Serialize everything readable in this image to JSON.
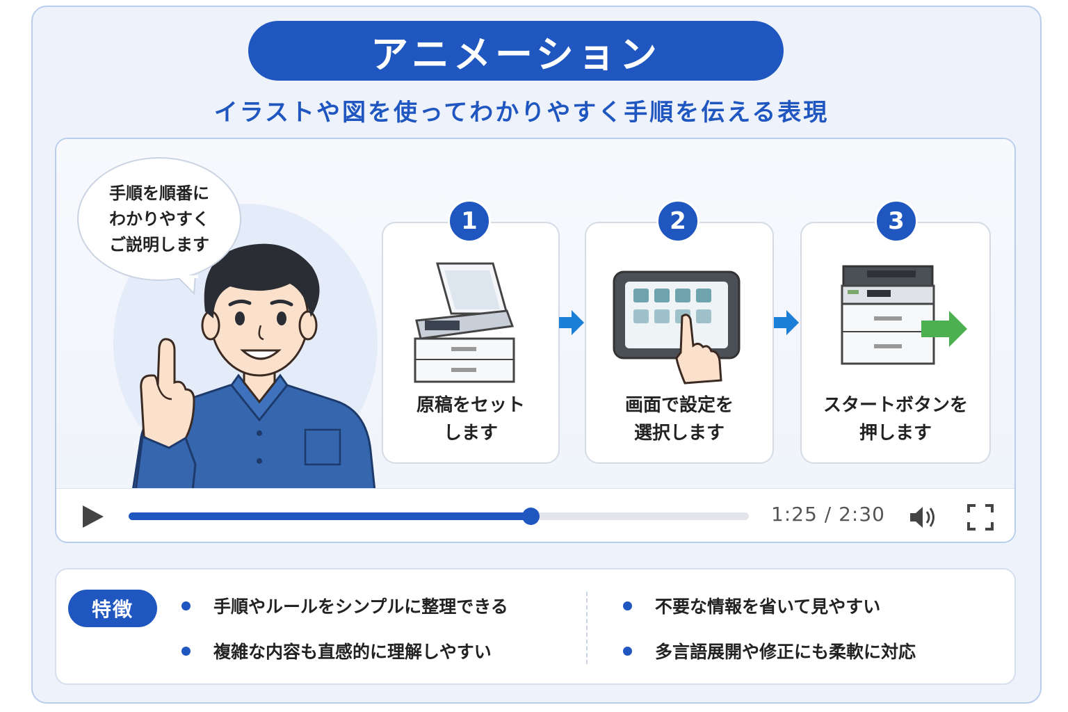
{
  "header": {
    "title": "アニメーション",
    "subtitle": "イラストや図を使ってわかりやすく手順を伝える表現"
  },
  "speech_bubble": {
    "lines": [
      "手順を順番に",
      "わかりやすく",
      "ご説明します"
    ]
  },
  "steps": [
    {
      "number": "1",
      "lines": [
        "原稿をセット",
        "します"
      ],
      "icon": "copier-open-lid-icon"
    },
    {
      "number": "2",
      "lines": [
        "画面で設定を",
        "選択します"
      ],
      "icon": "touch-panel-icon"
    },
    {
      "number": "3",
      "lines": [
        "スタートボタンを",
        "押します"
      ],
      "icon": "copier-output-icon"
    }
  ],
  "player": {
    "time": "1:25 / 2:30",
    "progress": 0.648
  },
  "features": {
    "label": "特徴",
    "items": [
      "手順やルールをシンプルに整理できる",
      "複雑な内容も直感的に理解しやすい",
      "不要な情報を省いて見やすい",
      "多言語展開や修正にも柔軟に対応"
    ]
  },
  "colors": {
    "brand_blue": "#1f56c0",
    "arrow_blue": "#1b7fd8",
    "arrow_green": "#4caf50"
  }
}
